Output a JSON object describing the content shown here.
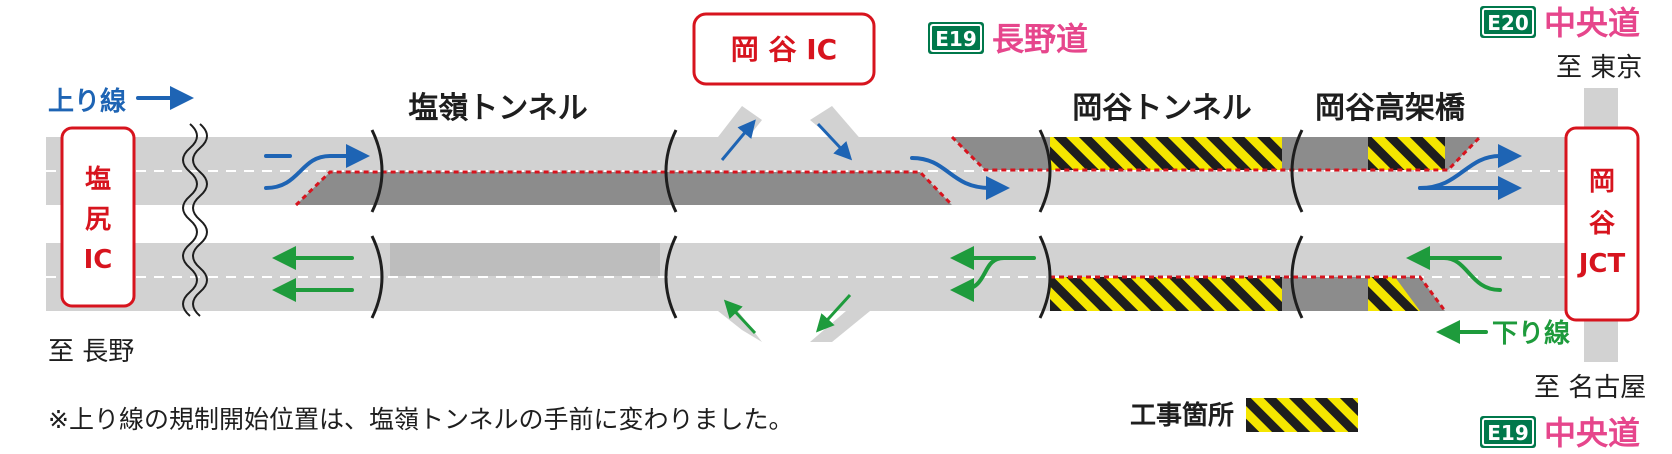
{
  "labels": {
    "up_line": "上り線",
    "down_line": "下り線",
    "shiojiri_ic_l1": "塩",
    "shiojiri_ic_l2": "尻",
    "shiojiri_ic_l3": "IC",
    "okaya_jct_l1": "岡",
    "okaya_jct_l2": "谷",
    "okaya_jct_l3": "JCT",
    "okaya_ic": "岡 谷 IC",
    "shiorei_tunnel": "塩嶺トンネル",
    "okaya_tunnel": "岡谷トンネル",
    "okaya_viaduct": "岡谷高架橋",
    "to_nagano": "至 長野",
    "to_tokyo": "至 東京",
    "to_nagoya": "至 名古屋",
    "note": "※上り線の規制開始位置は、塩嶺トンネルの手前に変わりました。",
    "legend_construction": "工事箇所"
  },
  "route_signs": {
    "nagano_road": {
      "code": "E19",
      "name": "長野道"
    },
    "chuo_top": {
      "code": "E20",
      "name": "中央道"
    },
    "chuo_bottom": {
      "code": "E19",
      "name": "中央道"
    }
  },
  "colors": {
    "road": "#d2d2d2",
    "lane_closed": "#8c8c8c",
    "red": "#d7141e",
    "blue": "#1e64b4",
    "green": "#1e9b3c",
    "pink": "#e6468c",
    "sign_green": "#00784b",
    "hatch_yellow": "#f5e600",
    "hatch_black": "#1e1e1e"
  }
}
